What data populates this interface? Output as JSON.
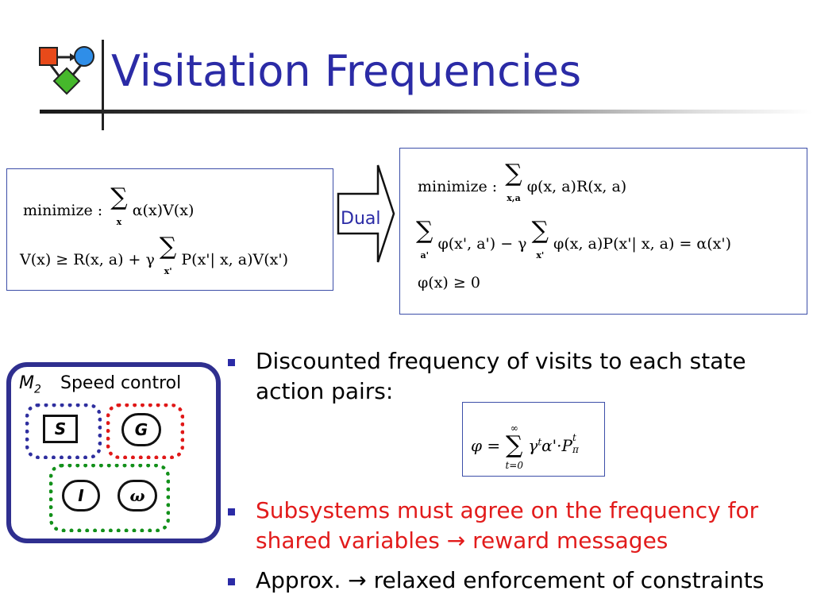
{
  "slide": {
    "title": "Visitation Frequencies"
  },
  "primal": {
    "objective_word": "minimize :",
    "line1": "α(x)V(x)",
    "line1_sum_index": "x",
    "line2_left": "V(x) ≥ R(x, a) + γ",
    "line2_right": "P(x'| x, a)V(x')",
    "line2_sum_index": "x'"
  },
  "dual": {
    "arrow_label": "Dual",
    "objective_word": "minimize :",
    "line1": "φ(x, a)R(x, a)",
    "line1_sum_index": "x,a",
    "line2_a": "φ(x', a') − γ",
    "line2_a_index": "a'",
    "line2_b": "φ(x, a)P(x'| x, a) = α(x')",
    "line2_b_index": "x'",
    "line3": "φ(x) ≥ 0"
  },
  "bullets": [
    {
      "text": "Discounted frequency of visits to each state action pairs:",
      "color": "#000000"
    },
    {
      "text": "Subsystems must agree on the frequency for shared variables → reward messages",
      "color": "#e21b1b"
    },
    {
      "text": "Approx. → relaxed enforcement of constraints",
      "color": "#000000"
    }
  ],
  "phi_formula": {
    "lhs": "φ =",
    "upper": "∞",
    "lower": "t=0",
    "rhs_gamma": "γ",
    "rhs_t": "t",
    "rhs_rest": "α'·P",
    "rhs_sub": "π",
    "rhs_sup": "t"
  },
  "m2": {
    "label": "M",
    "label_sub": "2",
    "title": "Speed control",
    "nodes": [
      "S",
      "G",
      "I",
      "ω"
    ]
  },
  "colors": {
    "accent": "#2b2ba6",
    "highlight": "#e21b1b",
    "group_blue": "#2f2f9f",
    "group_red": "#e01818",
    "group_green": "#12901a"
  }
}
